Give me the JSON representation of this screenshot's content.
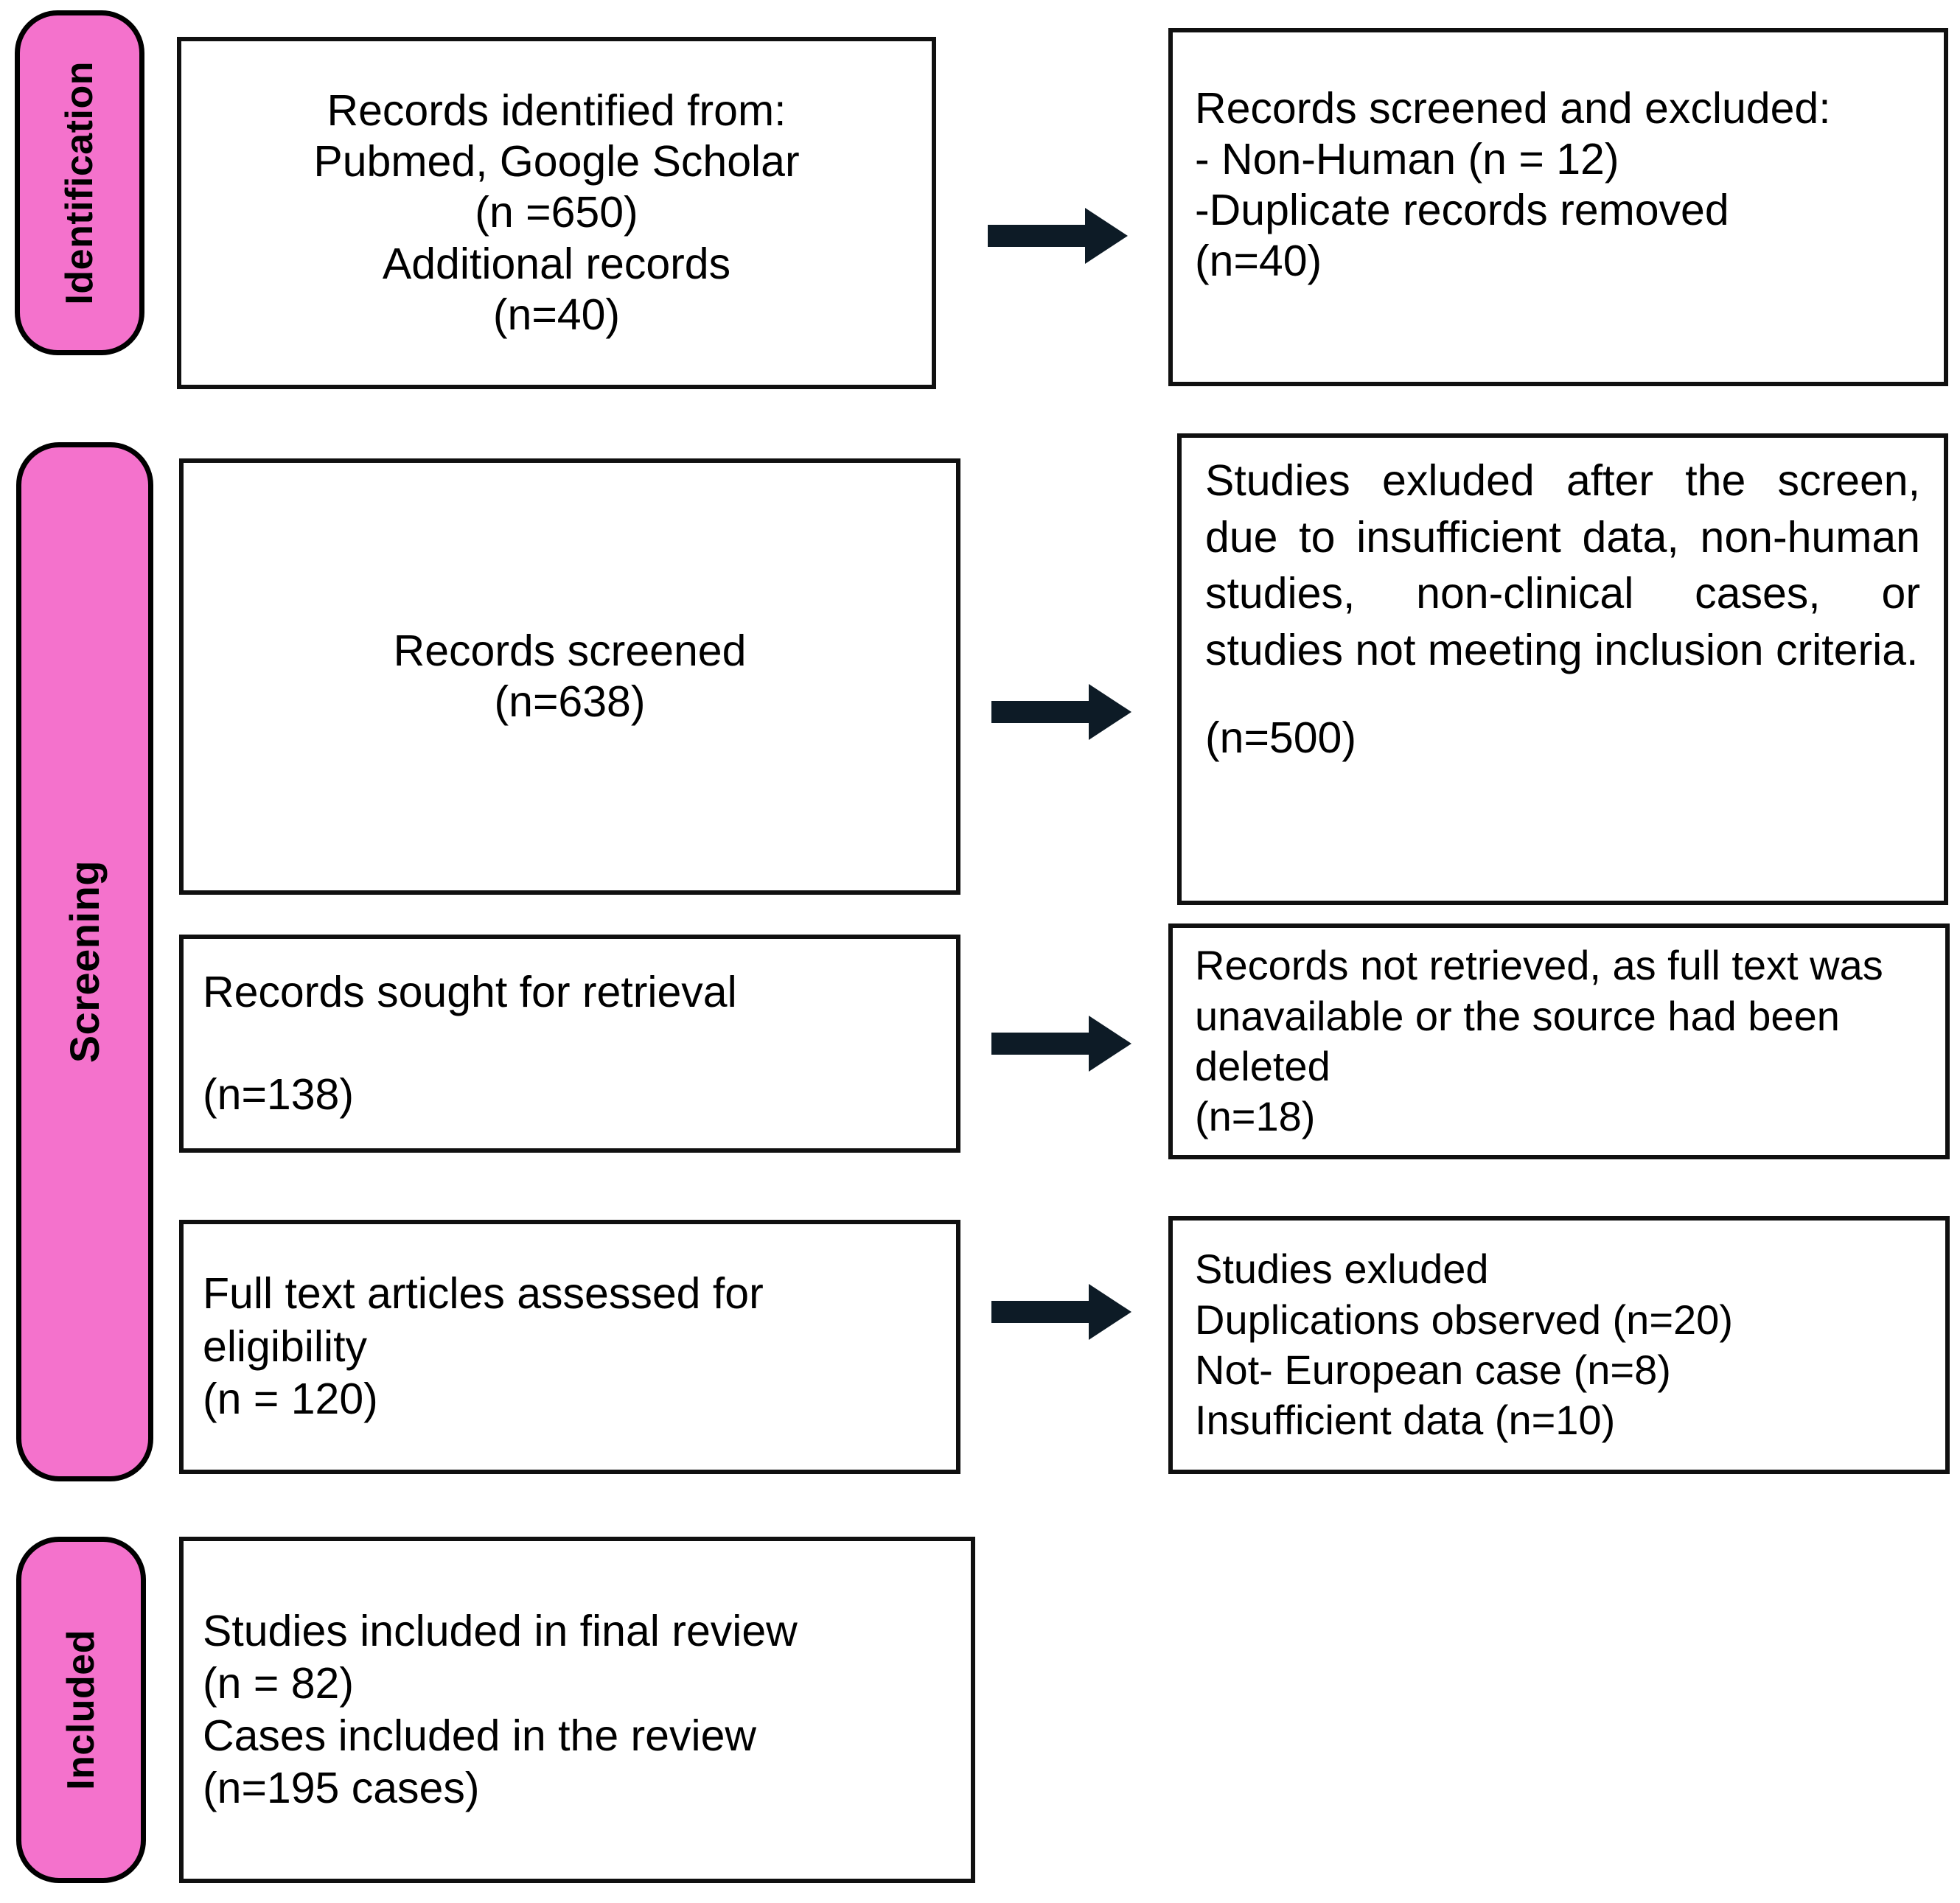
{
  "diagram": {
    "title": "PRISMA flow diagram",
    "accent_pink": "#F472CC",
    "border_black": "#101010",
    "arrow_color": "#0d1b26"
  },
  "stages": [
    {
      "id": "identification",
      "label": "Identification"
    },
    {
      "id": "screening",
      "label": "Screening"
    },
    {
      "id": "included",
      "label": "Included"
    }
  ],
  "boxes": {
    "records_identified": {
      "text": "Records identified from:\n   Pubmed, Google Scholar\n(n =650)\nAdditional records\n(n=40)"
    },
    "records_screened_excluded": {
      "text": "Records screened and excluded:\n- Non-Human (n = 12)\n -Duplicate records removed\n (n=40)"
    },
    "records_screened": {
      "text": "Records screened\n(n=638)"
    },
    "studies_excluded_after_screen": {
      "text": "Studies exluded after the screen, due to insufficient data, non-human studies, non-clinical cases, or studies not meeting inclusion criteria.",
      "count_line": "(n=500)"
    },
    "records_sought": {
      "text": "Records sought for retrieval\n\n(n=138)"
    },
    "records_not_retrieved": {
      "text": "Records not retrieved, as full text was unavailable or the source had been deleted\n(n=18)"
    },
    "full_text_assessed": {
      "text": "Full text articles assessed for eligibility\n      (n = 120)"
    },
    "studies_excluded_eligibility": {
      "text": "Studies exluded\nDuplications observed (n=20)\nNot- European case (n=8)\nInsufficient data (n=10)"
    },
    "studies_included": {
      "text": "Studies included in final review\n(n = 82)\nCases included in the review\n(n=195 cases)"
    }
  },
  "arrows": [
    {
      "id": "arrow-identification",
      "from": "records_identified",
      "to": "records_screened_excluded"
    },
    {
      "id": "arrow-screening",
      "from": "records_screened",
      "to": "studies_excluded_after_screen"
    },
    {
      "id": "arrow-retrieval",
      "from": "records_sought",
      "to": "records_not_retrieved"
    },
    {
      "id": "arrow-eligibility",
      "from": "full_text_assessed",
      "to": "studies_excluded_eligibility"
    }
  ],
  "chart_data": {
    "type": "table",
    "title": "PRISMA study selection flow",
    "categories": [
      "Records identified (Pubmed, Google Scholar)",
      "Additional records",
      "Records screened and excluded - Non-Human",
      "Duplicate records removed",
      "Records screened",
      "Studies excluded after screen",
      "Records sought for retrieval",
      "Records not retrieved",
      "Full text articles assessed for eligibility",
      "Duplications observed",
      "Not- European case",
      "Insufficient data",
      "Studies included in final review",
      "Cases included in the review"
    ],
    "values": [
      650,
      40,
      12,
      40,
      638,
      500,
      138,
      18,
      120,
      20,
      8,
      10,
      82,
      195
    ]
  }
}
